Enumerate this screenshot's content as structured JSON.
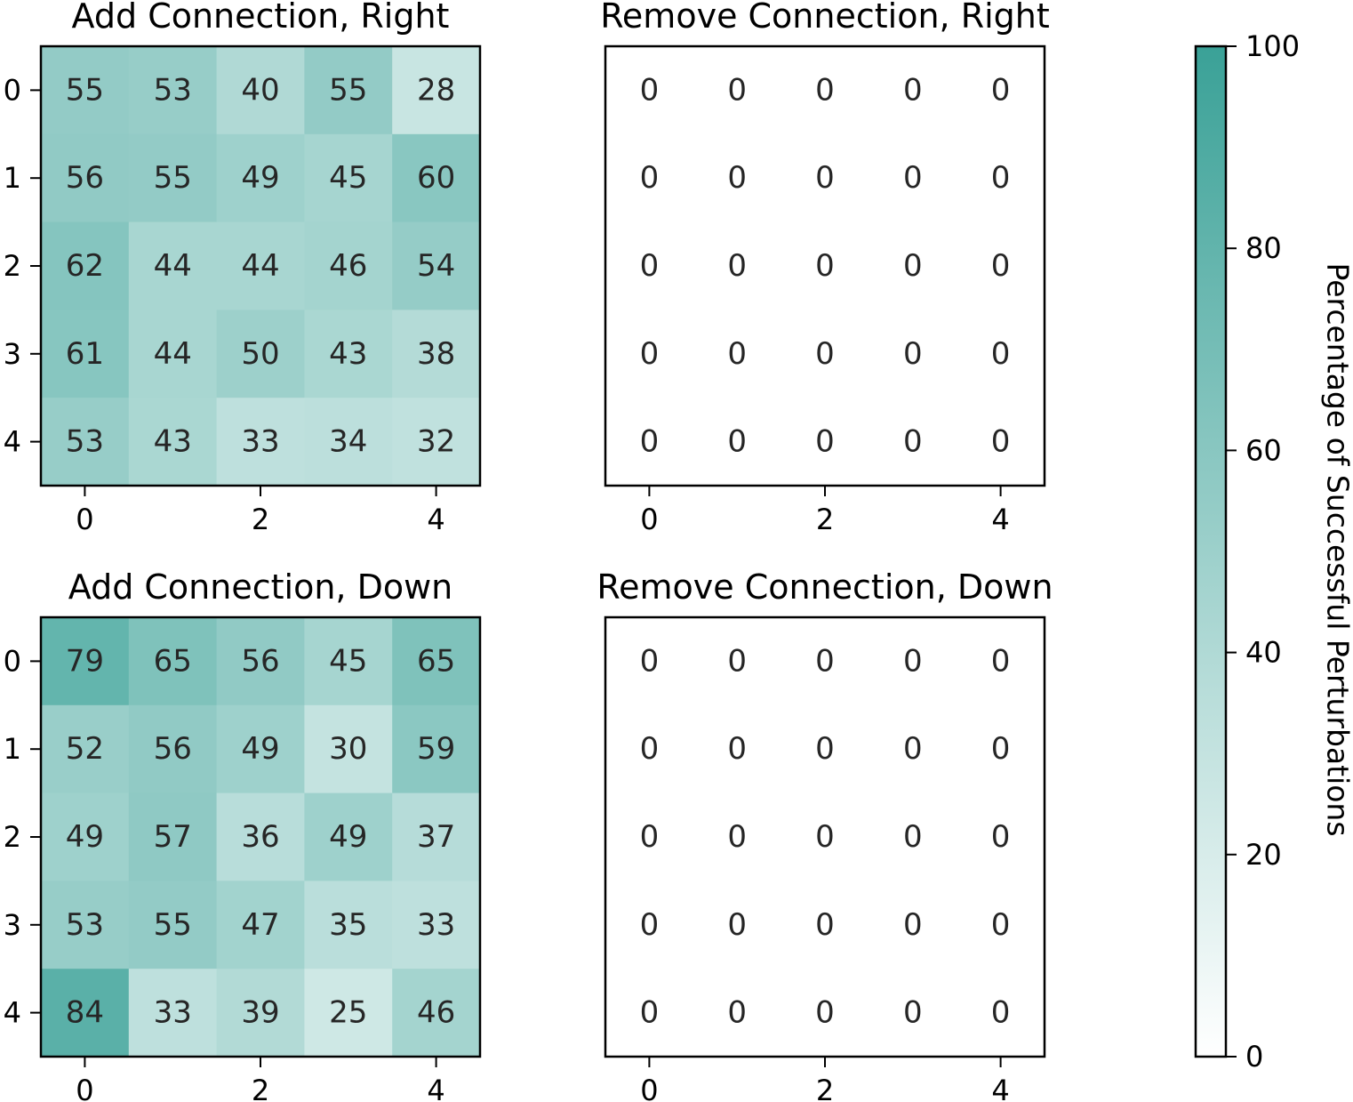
{
  "colors": {
    "low": "#ffffff",
    "high": "#3aa197",
    "frame": "#000000",
    "label": "#262626"
  },
  "colorbar": {
    "label": "Percentage of Successful Perturbations",
    "min": 0,
    "max": 100,
    "ticks": [
      "0",
      "20",
      "40",
      "60",
      "80",
      "100"
    ]
  },
  "chart_data": [
    {
      "type": "heatmap",
      "title": "Add Connection, Right",
      "rows": [
        0,
        1,
        2,
        3,
        4
      ],
      "cols": [
        0,
        1,
        2,
        3,
        4
      ],
      "xticks": [
        "0",
        "2",
        "4"
      ],
      "yticks": [
        "0",
        "1",
        "2",
        "3",
        "4"
      ],
      "colored": true,
      "values": [
        [
          55,
          53,
          40,
          55,
          28
        ],
        [
          56,
          55,
          49,
          45,
          60
        ],
        [
          62,
          44,
          44,
          46,
          54
        ],
        [
          61,
          44,
          50,
          43,
          38
        ],
        [
          53,
          43,
          33,
          34,
          32
        ]
      ]
    },
    {
      "type": "heatmap",
      "title": "Remove Connection, Right",
      "rows": [
        0,
        1,
        2,
        3,
        4
      ],
      "cols": [
        0,
        1,
        2,
        3,
        4
      ],
      "xticks": [
        "0",
        "2",
        "4"
      ],
      "yticks": [],
      "colored": false,
      "values": [
        [
          0,
          0,
          0,
          0,
          0
        ],
        [
          0,
          0,
          0,
          0,
          0
        ],
        [
          0,
          0,
          0,
          0,
          0
        ],
        [
          0,
          0,
          0,
          0,
          0
        ],
        [
          0,
          0,
          0,
          0,
          0
        ]
      ]
    },
    {
      "type": "heatmap",
      "title": "Add Connection, Down",
      "rows": [
        0,
        1,
        2,
        3,
        4
      ],
      "cols": [
        0,
        1,
        2,
        3,
        4
      ],
      "xticks": [
        "0",
        "2",
        "4"
      ],
      "yticks": [
        "0",
        "1",
        "2",
        "3",
        "4"
      ],
      "colored": true,
      "values": [
        [
          79,
          65,
          56,
          45,
          65
        ],
        [
          52,
          56,
          49,
          30,
          59
        ],
        [
          49,
          57,
          36,
          49,
          37
        ],
        [
          53,
          55,
          47,
          35,
          33
        ],
        [
          84,
          33,
          39,
          25,
          46
        ]
      ]
    },
    {
      "type": "heatmap",
      "title": "Remove Connection, Down",
      "rows": [
        0,
        1,
        2,
        3,
        4
      ],
      "cols": [
        0,
        1,
        2,
        3,
        4
      ],
      "xticks": [
        "0",
        "2",
        "4"
      ],
      "yticks": [],
      "colored": false,
      "values": [
        [
          0,
          0,
          0,
          0,
          0
        ],
        [
          0,
          0,
          0,
          0,
          0
        ],
        [
          0,
          0,
          0,
          0,
          0
        ],
        [
          0,
          0,
          0,
          0,
          0
        ],
        [
          0,
          0,
          0,
          0,
          0
        ]
      ]
    }
  ]
}
